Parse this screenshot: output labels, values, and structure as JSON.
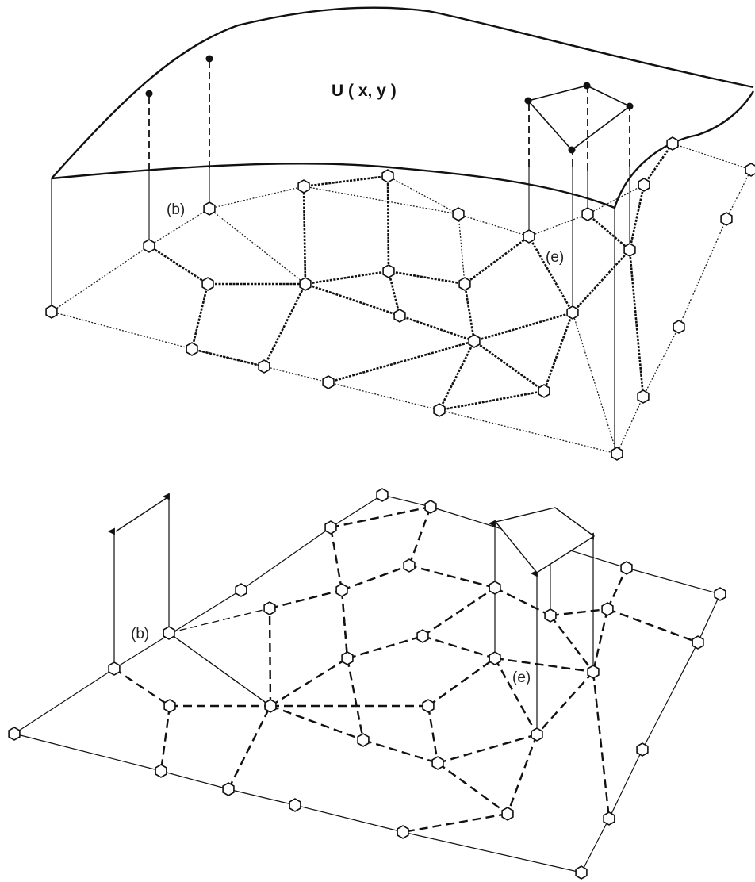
{
  "labels": {
    "function": "U ( x, y )",
    "boundary_node": "(b)",
    "element": "(e)"
  },
  "colors": {
    "ink": "#111111",
    "background": "#ffffff",
    "node_fill": "#ffffff"
  },
  "panels": [
    {
      "id": "top",
      "description_name": "mesh-with-surface"
    },
    {
      "id": "bottom",
      "description_name": "mesh-with-projections"
    }
  ]
}
